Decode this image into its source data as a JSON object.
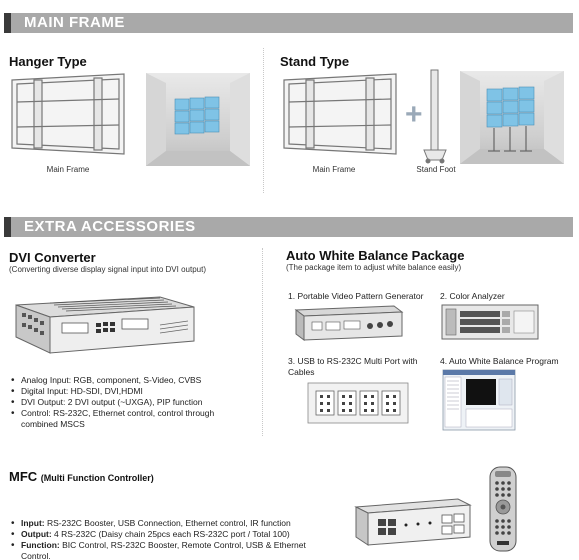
{
  "main_frame": {
    "banner": "MAIN FRAME",
    "hanger": {
      "title": "Hanger Type",
      "caption": "Main Frame"
    },
    "stand": {
      "title": "Stand Type",
      "caption_frame": "Main Frame",
      "caption_foot": "Stand Foot",
      "plus": "+"
    }
  },
  "extra": {
    "banner": "EXTRA  ACCESSORIES",
    "dvi": {
      "title": "DVI Converter",
      "subtitle": "(Converting diverse display signal input into DVI output)",
      "bullets": [
        "Analog Input: RGB, component, S-Video, CVBS",
        "Digital Input: HD-SDI, DVI,HDMI",
        "DVI Output: 2 DVI output (~UXGA), PIP function",
        "Control: RS-232C, Ethernet control, control through combined MSCS"
      ]
    },
    "awb": {
      "title": "Auto White Balance Package",
      "subtitle": "(The package item to adjust white balance easily)",
      "items": [
        "1. Portable Video Pattern Generator",
        "2. Color Analyzer",
        "3. USB to RS-232C Multi Port with Cables",
        "4. Auto White Balance Program"
      ]
    },
    "mfc": {
      "title": "MFC",
      "title_paren": "(Multi Function Controller)",
      "bullets": [
        {
          "label": "Input:",
          "text": " RS-232C Booster, USB Connection, Ethernet control, IR function"
        },
        {
          "label": "Output:",
          "text": " 4 RS-232C (Daisy chain 25pcs each RS-232C port / Total 100)"
        },
        {
          "label": "Function:",
          "text": " BIC Control, RS-232C Booster, Remote Control, USB & Ethernet Control."
        }
      ]
    }
  },
  "colors": {
    "banner": "#a9a9a9",
    "banner_square": "#3a3a3a",
    "screen_blue": "#7fc3e6"
  }
}
